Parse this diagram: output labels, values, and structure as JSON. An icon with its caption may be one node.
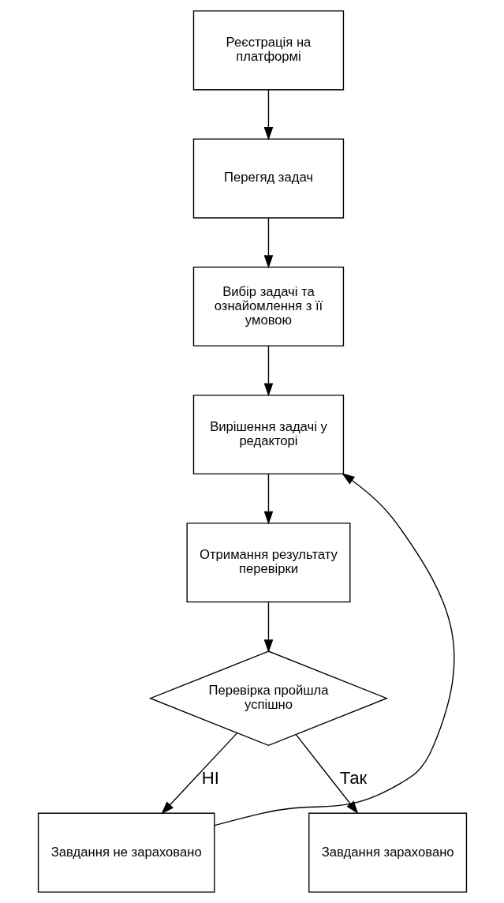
{
  "diagram": {
    "nodes": [
      {
        "text": [
          "Реєстрація на платформі"
        ]
      },
      {
        "text": [
          "Перегяд задач"
        ]
      },
      {
        "text": [
          "Вибір задачі та ознайомлення з її умовою"
        ]
      },
      {
        "text": [
          "Вирішення задачі у редакторі"
        ]
      },
      {
        "text": [
          "Отримання результату перевірки"
        ]
      },
      {
        "text": [
          "Перевірка пройшла успішно"
        ]
      },
      {
        "text": [
          "Завдання не зараховано"
        ]
      },
      {
        "text": [
          "Завдання зараховано"
        ]
      }
    ],
    "edges": [
      {
        "from": 0,
        "to": 1,
        "arrow": "to"
      },
      {
        "from": 1,
        "to": 2,
        "arrow": "to"
      },
      {
        "from": 2,
        "to": 3,
        "arrow": "to"
      },
      {
        "from": 3,
        "to": 4,
        "arrow": "to"
      },
      {
        "from": 4,
        "to": 5,
        "arrow": "to"
      },
      {
        "from": 5,
        "to": 6,
        "arrow": "to",
        "label": "НІ"
      },
      {
        "from": 5,
        "to": 7,
        "arrow": "to",
        "label": "Так"
      },
      {
        "from": 6,
        "to": 3,
        "arrow": "to"
      }
    ]
  }
}
